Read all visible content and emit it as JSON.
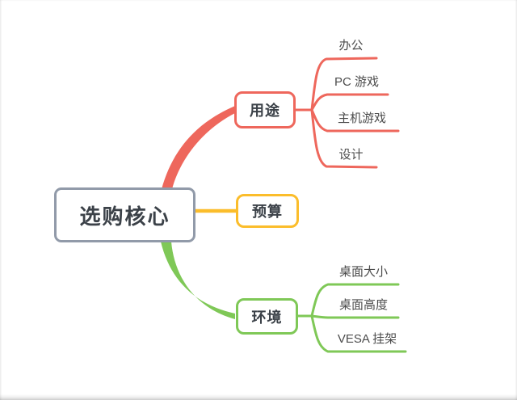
{
  "colors": {
    "red": "#ee675c",
    "yellow": "#fbbd2b",
    "green": "#7fc857",
    "gray": "#919aa9",
    "ink": "#3b4148",
    "leaf-ink": "#4c4c4c",
    "bg": "#ffffff"
  },
  "root": {
    "label": "选购核心"
  },
  "branches": [
    {
      "label": "用途",
      "color": "#ee675c",
      "children": [
        {
          "label": "办公"
        },
        {
          "label": "PC 游戏"
        },
        {
          "label": "主机游戏"
        },
        {
          "label": "设计"
        }
      ]
    },
    {
      "label": "预算",
      "color": "#fbbd2b",
      "children": []
    },
    {
      "label": "环境",
      "color": "#7fc857",
      "children": [
        {
          "label": "桌面大小"
        },
        {
          "label": "桌面高度"
        },
        {
          "label": "VESA 挂架"
        }
      ]
    }
  ]
}
